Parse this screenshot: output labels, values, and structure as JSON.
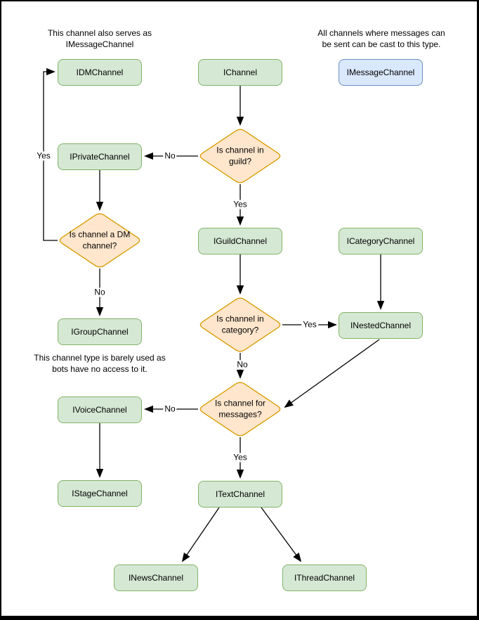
{
  "colors": {
    "node_fill": "#d5e8d4",
    "node_border": "#82b366",
    "cast_node_fill": "#dae8fc",
    "cast_node_border": "#6c8ebf",
    "decision_fill": "#ffe6cc",
    "decision_border": "#d79b00",
    "edge": "#000000",
    "background": "#ffffff"
  },
  "notes": {
    "dm": "This channel also serves as IMessageChannel",
    "message": "All channels where messages can be sent can be cast to this type.",
    "group": "This channel type is barely used as bots have no access to it."
  },
  "nodes": {
    "idm": "IDMChannel",
    "ichannel": "IChannel",
    "imessage": "IMessageChannel",
    "iprivate": "IPrivateChannel",
    "iguild": "IGuildChannel",
    "icategory": "ICategoryChannel",
    "igroup": "IGroupChannel",
    "inested": "INestedChannel",
    "ivoice": "IVoiceChannel",
    "istage": "IStageChannel",
    "itext": "ITextChannel",
    "inews": "INewsChannel",
    "ithread": "IThreadChannel"
  },
  "decisions": {
    "in_guild": "Is channel in guild?",
    "is_dm": "Is channel a DM channel?",
    "in_category": "Is channel in category?",
    "for_messages": "Is channel for messages?"
  },
  "edge_labels": {
    "guild_no": "No",
    "guild_yes": "Yes",
    "dm_yes": "Yes",
    "dm_no": "No",
    "category_yes": "Yes",
    "category_no": "No",
    "messages_no": "No",
    "messages_yes": "Yes"
  }
}
